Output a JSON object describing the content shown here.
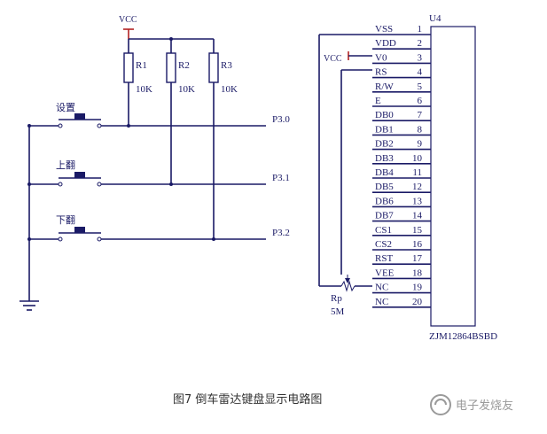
{
  "vcc_label": "VCC",
  "resistors": [
    {
      "ref": "R1",
      "value": "10K"
    },
    {
      "ref": "R2",
      "value": "10K"
    },
    {
      "ref": "R3",
      "value": "10K"
    }
  ],
  "switches": [
    "设置",
    "上翻",
    "下翻"
  ],
  "ports": [
    "P3.0",
    "P3.1",
    "P3.2"
  ],
  "lcd": {
    "ref": "U4",
    "part": "ZJM12864BSBD",
    "pins": [
      {
        "name": "VSS",
        "num": "1"
      },
      {
        "name": "VDD",
        "num": "2"
      },
      {
        "name": "V0",
        "num": "3"
      },
      {
        "name": "RS",
        "num": "4"
      },
      {
        "name": "R/W",
        "num": "5"
      },
      {
        "name": "E",
        "num": "6"
      },
      {
        "name": "DB0",
        "num": "7"
      },
      {
        "name": "DB1",
        "num": "8"
      },
      {
        "name": "DB2",
        "num": "9"
      },
      {
        "name": "DB3",
        "num": "10"
      },
      {
        "name": "DB4",
        "num": "11"
      },
      {
        "name": "DB5",
        "num": "12"
      },
      {
        "name": "DB6",
        "num": "13"
      },
      {
        "name": "DB7",
        "num": "14"
      },
      {
        "name": "CS1",
        "num": "15"
      },
      {
        "name": "CS2",
        "num": "16"
      },
      {
        "name": "RST",
        "num": "17"
      },
      {
        "name": "VEE",
        "num": "18"
      },
      {
        "name": "NC",
        "num": "19"
      },
      {
        "name": "NC",
        "num": "20"
      }
    ]
  },
  "pot": {
    "ref": "Rp",
    "value": "5M"
  },
  "caption": "图7  倒车雷达键盘显示电路图",
  "watermark": "电子发烧友"
}
